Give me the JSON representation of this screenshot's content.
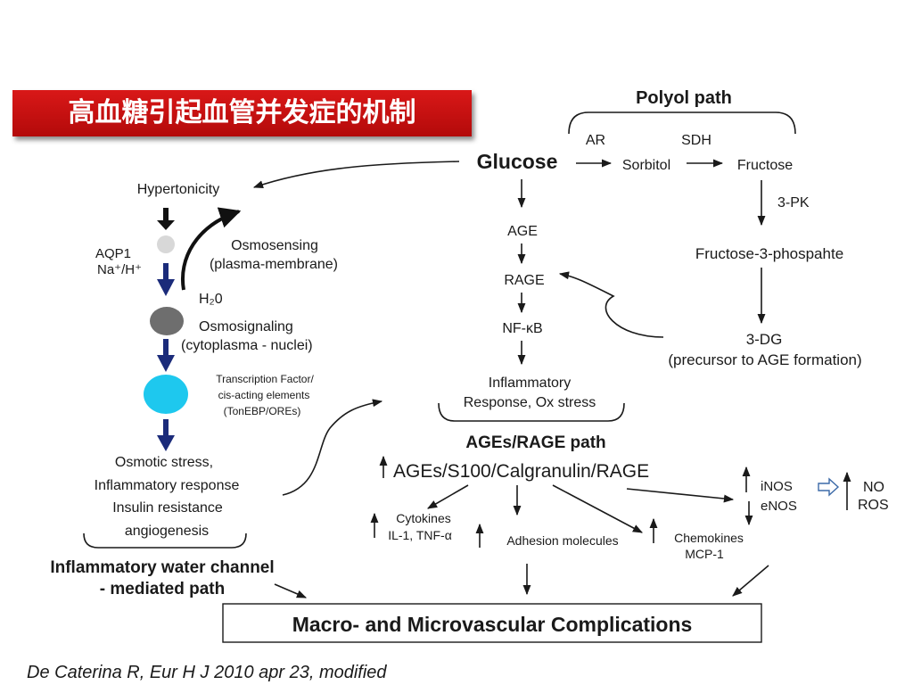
{
  "title": "高血糖引起血管并发症的机制",
  "polyol": {
    "heading": "Polyol path",
    "ar": "AR",
    "sdh": "SDH",
    "glucose": "Glucose",
    "sorbitol": "Sorbitol",
    "fructose": "Fructose",
    "pk": "3-PK",
    "f3p": "Fructose-3-phospahte",
    "dg": "3-DG",
    "dg_note": "(precursor to AGE formation)"
  },
  "age_chain": {
    "age": "AGE",
    "rage": "RAGE",
    "nfkb": "NF-κB",
    "inflam_1": "Inflammatory",
    "inflam_2": "Response, Ox stress"
  },
  "osmotic": {
    "hypertonicity": "Hypertonicity",
    "aqp1": "AQP1",
    "na_h": "Na⁺/H⁺",
    "osmosensing_1": "Osmosensing",
    "osmosensing_2": "(plasma-membrane)",
    "h2o": "H₂0",
    "osmosignaling_1": "Osmosignaling",
    "osmosignaling_2": "(cytoplasma - nuclei)",
    "tf_1": "Transcription Factor/",
    "tf_2": "cis-acting elements",
    "tf_3": "(TonEBP/OREs)",
    "outcome_1": "Osmotic stress,",
    "outcome_2": "Inflammatory response",
    "outcome_3": "Insulin resistance",
    "outcome_4": "angiogenesis",
    "path_1": "Inflammatory water channel",
    "path_2": "- mediated path"
  },
  "ages_rage": {
    "heading": "AGEs/RAGE path",
    "main": "AGEs/S100/Calgranulin/RAGE",
    "cytokines_1": "Cytokines",
    "cytokines_2": "IL-1, TNF-α",
    "adhesion": "Adhesion molecules",
    "chemokines_1": "Chemokines",
    "chemokines_2": "MCP-1",
    "inos": "iNOS",
    "enos": "eNOS",
    "no": "NO",
    "ros": "ROS"
  },
  "complications": "Macro- and Microvascular Complications",
  "citation": "De Caterina R, Eur H J 2010 apr 23, modified"
}
